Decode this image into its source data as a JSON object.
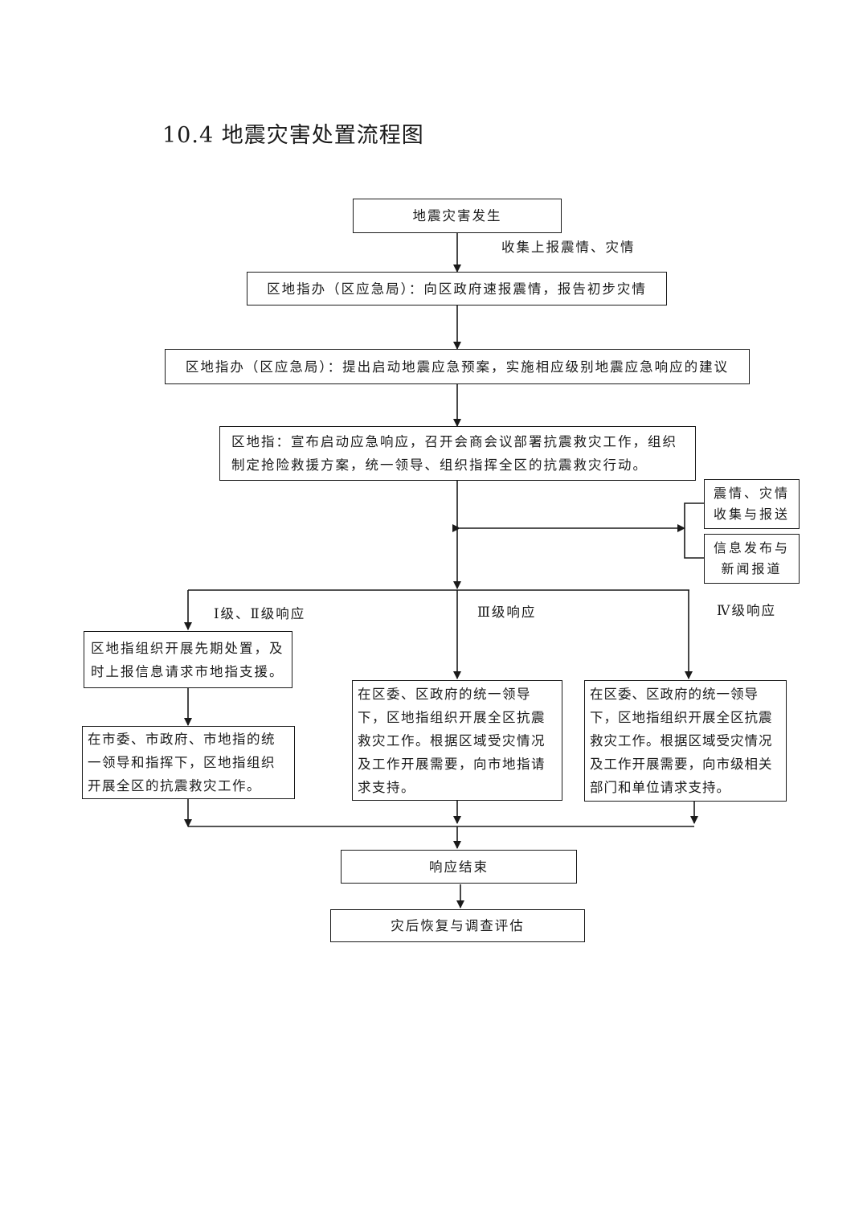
{
  "title": "10.4 地震灾害处置流程图",
  "nodes": {
    "start": "地震灾害发生",
    "report": "区地指办（区应急局）：向区政府速报震情，报告初步灾情",
    "propose": "区地指办（区应急局）：提出启动地震应急预案，实施相应级别地震应急响应的建议",
    "command": "区地指：宣布启动应急响应，召开会商会议部署抗震救灾工作，组织制定抢险救援方案，统一领导、组织指挥全区的抗震救灾行动。",
    "side_collect": "震情、灾情收集与报送",
    "side_publish": "信息发布与新闻报道",
    "level12_first": "区地指组织开展先期处置，及时上报信息请求市地指支援。",
    "level12_second": "在市委、市政府、市地指的统一领导和指挥下，区地指组织开展全区的抗震救灾工作。",
    "level3": "在区委、区政府的统一领导下，区地指组织开展全区抗震救灾工作。根据区域受灾情况及工作开展需要，向市地指请求支持。",
    "level4": "在区委、区政府的统一领导下，区地指组织开展全区抗震救灾工作。根据区域受灾情况及工作开展需要，向市级相关部门和单位请求支持。",
    "end": "响应结束",
    "recovery": "灾后恢复与调查评估"
  },
  "edge_labels": {
    "collect": "收集上报震情、灾情",
    "level12": "Ⅰ级、Ⅱ级响应",
    "level3": "Ⅲ级响应",
    "level4": "Ⅳ级响应"
  }
}
